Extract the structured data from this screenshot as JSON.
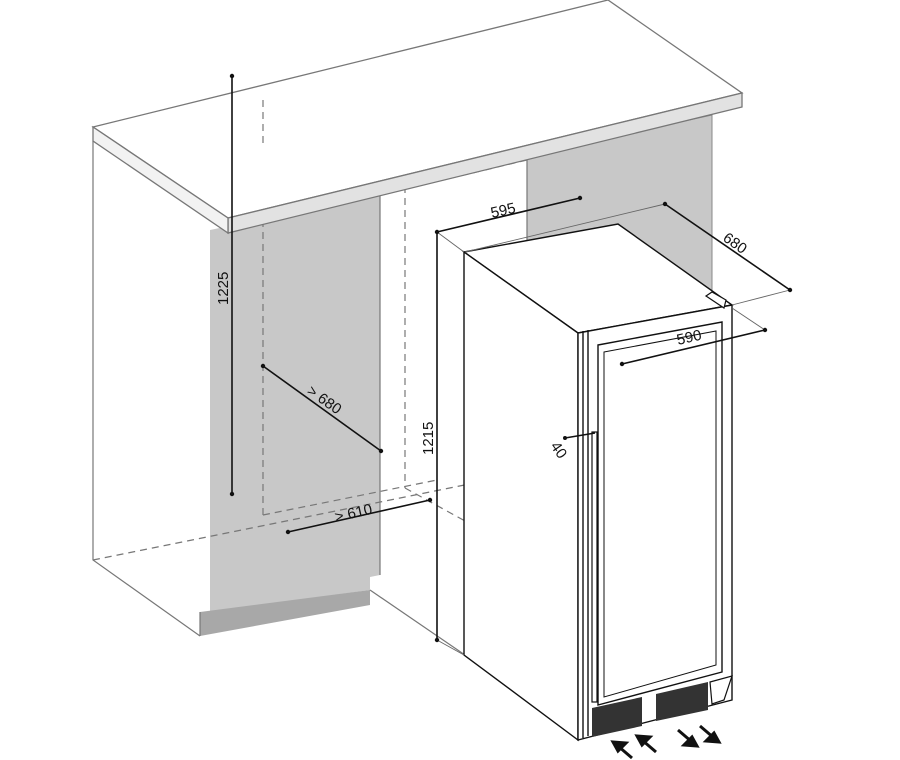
{
  "dimensions": {
    "appliance_width": "595",
    "appliance_depth": "680",
    "door_width": "590",
    "appliance_height": "1215",
    "niche_height": "1225",
    "niche_depth": "> 680",
    "niche_width": "> 610",
    "handle_depth": "40"
  },
  "colors": {
    "panel": "#c8c8c8",
    "base": "#a8a8a8",
    "line": "#111111"
  }
}
